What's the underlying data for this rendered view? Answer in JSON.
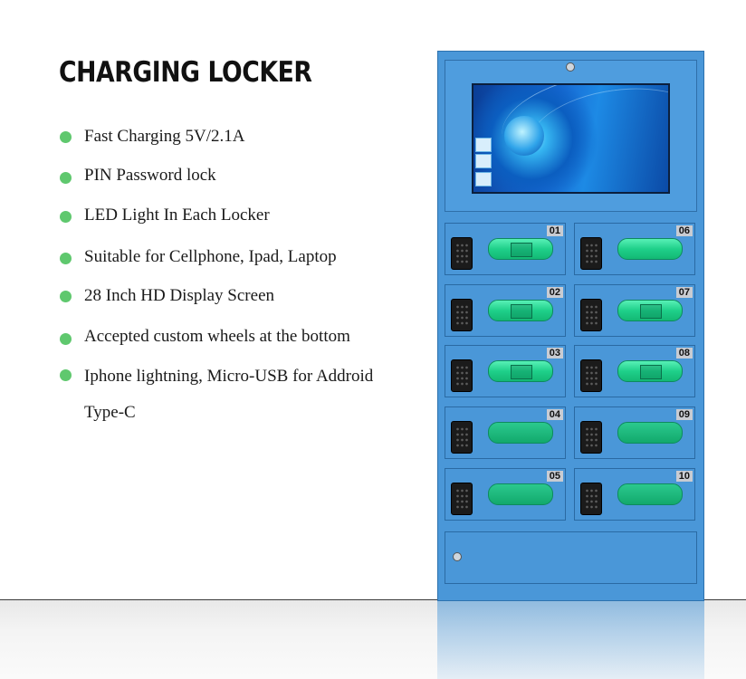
{
  "title": "CHARGING LOCKER",
  "features": [
    {
      "text": "Fast Charging 5V/2.1A"
    },
    {
      "text": "PIN Password lock"
    },
    {
      "text": "LED Light In Each Locker"
    },
    {
      "text": "Suitable for Cellphone, Ipad, Laptop"
    },
    {
      "text": "28 Inch HD Display Screen"
    },
    {
      "text": "Accepted custom wheels at the bottom"
    },
    {
      "text": "Iphone lightning, Micro-USB for Addroid"
    }
  ],
  "feature_continuation": "Type-C",
  "colors": {
    "bullet": "#5fc86e",
    "cabinet": "#4a97d8",
    "led": "#1fd08a"
  },
  "lockers": {
    "left": [
      "01",
      "02",
      "03",
      "04",
      "05"
    ],
    "right": [
      "06",
      "07",
      "08",
      "09",
      "10"
    ]
  }
}
